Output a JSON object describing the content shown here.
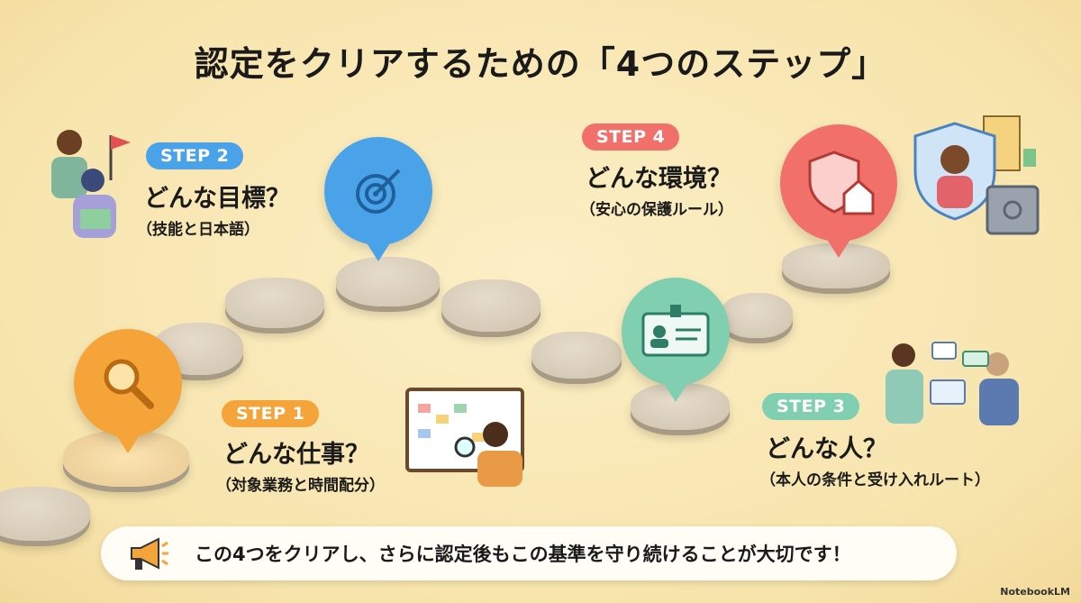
{
  "title": "認定をクリアするための「4つのステップ」",
  "steps": [
    {
      "badge": "STEP 1",
      "question": "どんな仕事？",
      "detail": "（対象業務と時間配分）",
      "color": "#f5a43a",
      "icon": "magnifier-icon"
    },
    {
      "badge": "STEP 2",
      "question": "どんな目標？",
      "detail": "（技能と日本語）",
      "color": "#4aa3e8",
      "icon": "target-icon"
    },
    {
      "badge": "STEP 3",
      "question": "どんな人？",
      "detail": "（本人の条件と受け入れルート）",
      "color": "#7fcfb0",
      "icon": "id-card-icon"
    },
    {
      "badge": "STEP 4",
      "question": "どんな環境？",
      "detail": "（安心の保護ルール）",
      "color": "#f2706a",
      "icon": "shield-house-icon"
    }
  ],
  "banner": {
    "text": "この4つをクリアし、さらに認定後もこの基準を守り続けることが大切です！",
    "icon": "megaphone-icon"
  },
  "logo": "NotebookLM"
}
